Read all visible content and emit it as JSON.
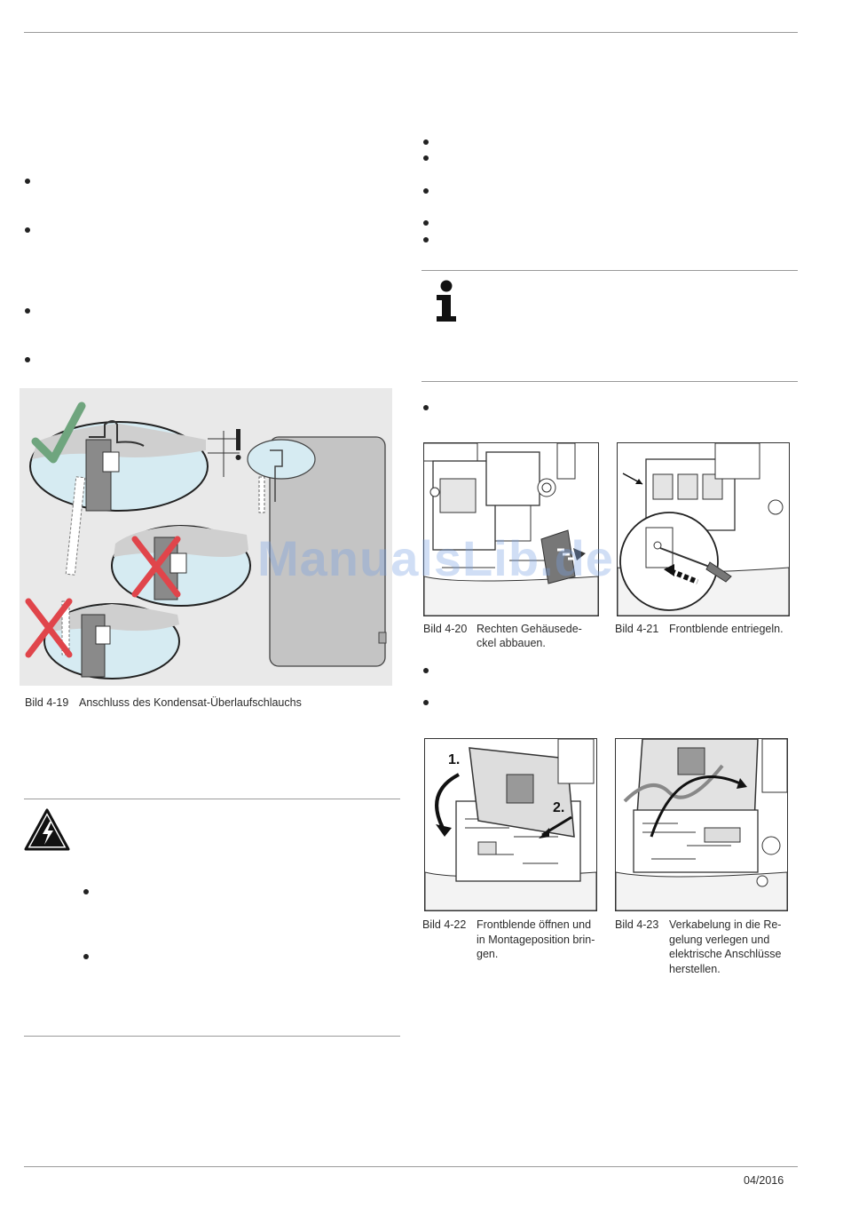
{
  "figures": {
    "fig_4_19": {
      "number": "Bild 4-19",
      "caption": "Anschluss des Kondensat-Überlaufschlauchs"
    },
    "fig_4_20": {
      "number": "Bild 4-20",
      "caption_line1": "Rechten Gehäusede-",
      "caption_line2": "ckel abbauen."
    },
    "fig_4_21": {
      "number": "Bild 4-21",
      "caption": "Frontblende entriegeln."
    },
    "fig_4_22": {
      "number": "Bild 4-22",
      "caption_line1": "Frontblende öffnen und",
      "caption_line2": "in Montageposition brin-",
      "caption_line3": "gen.",
      "step1": "1.",
      "step2": "2."
    },
    "fig_4_23": {
      "number": "Bild 4-23",
      "caption_line1": "Verkabelung in die Re-",
      "caption_line2": "gelung verlegen und",
      "caption_line3": "elektrische Anschlüsse",
      "caption_line4": "herstellen."
    }
  },
  "warning_icon": "high-voltage-icon",
  "info_icon": "info-icon",
  "footer": {
    "date": "04/2016"
  },
  "watermark": "ManualsLib.de",
  "colors": {
    "ok_green": "#6fa57e",
    "no_red": "#e0454b",
    "water_blue": "#d6ebf2",
    "fig_bg": "#e9e9e9"
  }
}
